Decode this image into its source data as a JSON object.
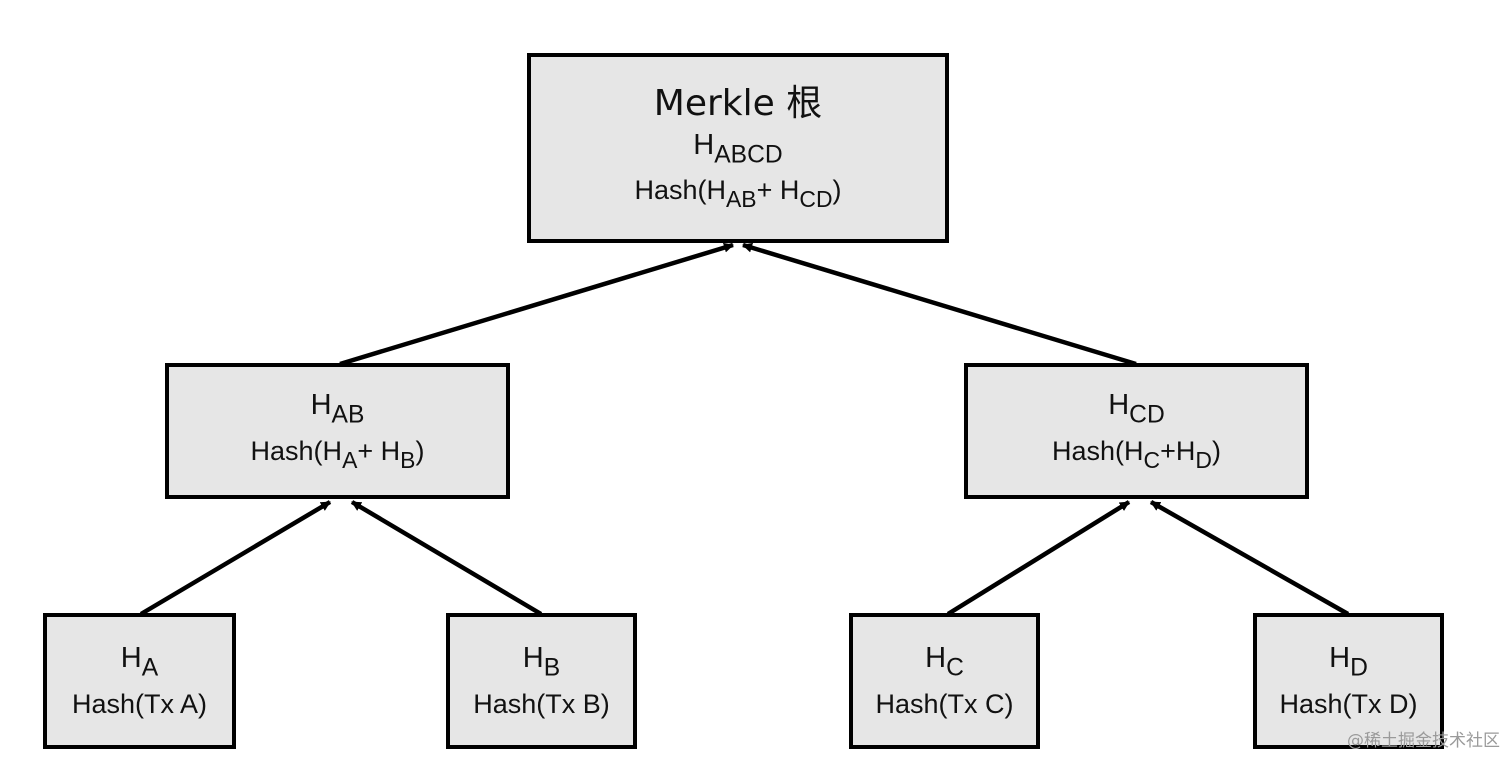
{
  "root": {
    "title": "Merkle 根",
    "h_prefix": "H",
    "h_sub": "ABCD",
    "hash_prefix": "Hash(H",
    "hash_sub1": "AB",
    "hash_mid": "+ H",
    "hash_sub2": "CD",
    "hash_suffix": ")"
  },
  "ab": {
    "h_prefix": "H",
    "h_sub": "AB",
    "hash_prefix": "Hash(H",
    "hash_sub1": "A",
    "hash_mid": "+ H",
    "hash_sub2": "B",
    "hash_suffix": ")"
  },
  "cd": {
    "h_prefix": "H",
    "h_sub": "CD",
    "hash_prefix": "Hash(H",
    "hash_sub1": "C",
    "hash_mid": "+H",
    "hash_sub2": "D",
    "hash_suffix": ")"
  },
  "leaves": [
    {
      "h_prefix": "H",
      "h_sub": "A",
      "hash": "Hash(Tx A)"
    },
    {
      "h_prefix": "H",
      "h_sub": "B",
      "hash": "Hash(Tx B)"
    },
    {
      "h_prefix": "H",
      "h_sub": "C",
      "hash": "Hash(Tx C)"
    },
    {
      "h_prefix": "H",
      "h_sub": "D",
      "hash": "Hash(Tx D)"
    }
  ],
  "watermark": "@稀土掘金技术社区"
}
